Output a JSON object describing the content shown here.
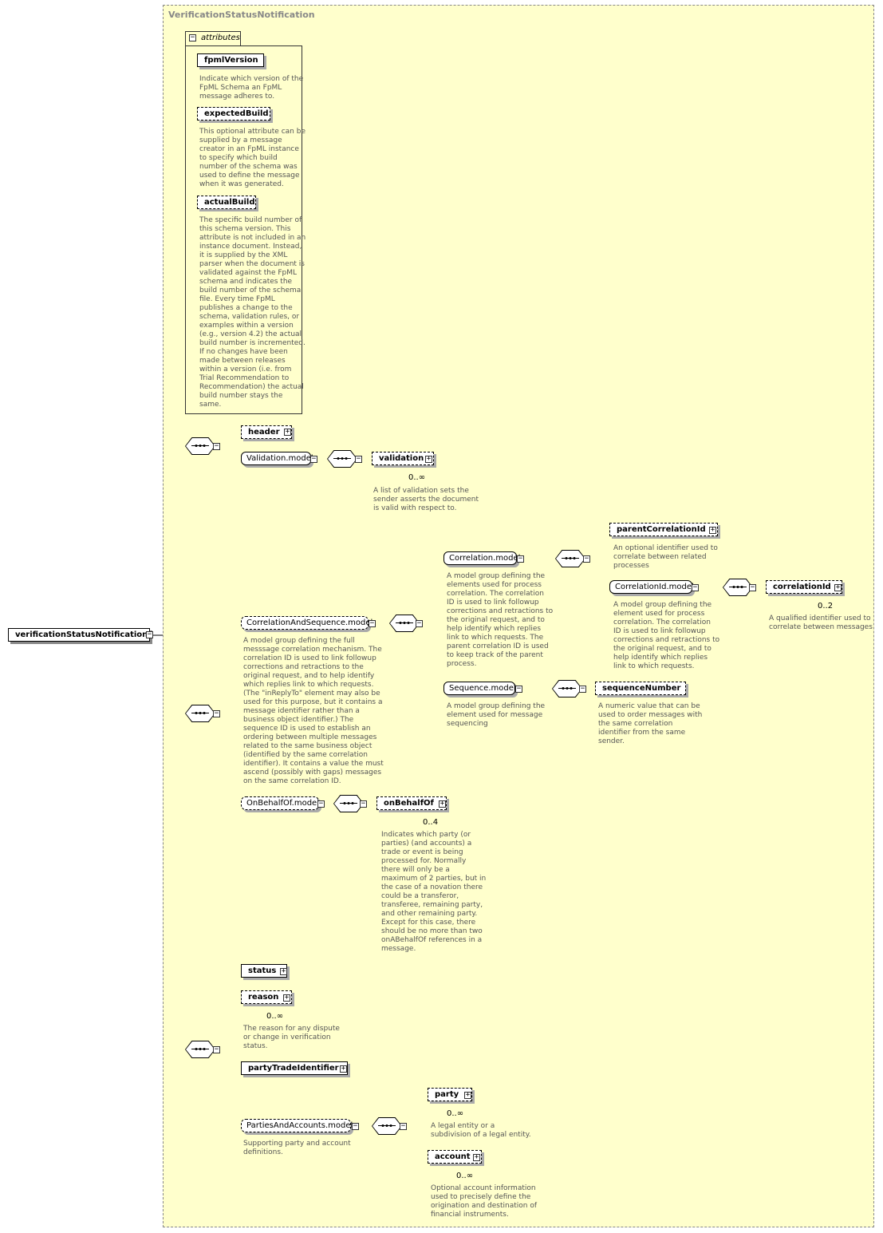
{
  "frame_title": "VerificationStatusNotification",
  "root": {
    "label": "verificationStatusNotification"
  },
  "attributes": {
    "header": "attributes",
    "items": [
      {
        "name": "fpmlVersion",
        "desc": "Indicate which version of the\nFpML Schema an FpML\nmessage adheres to."
      },
      {
        "name": "expectedBuild",
        "desc": "This optional attribute can be\nsupplied by a message\ncreator in an FpML instance\nto specify which build\nnumber of the schema was\nused to define the message\nwhen it was generated."
      },
      {
        "name": "actualBuild",
        "desc": "The specific build number of\nthis schema version. This\nattribute is not included in an\ninstance document. Instead,\nit is supplied by the XML\nparser when the document is\nvalidated against the FpML\nschema and indicates the\nbuild number of the schema\nfile. Every time FpML\npublishes a change to the\nschema, validation rules, or\nexamples within a version\n(e.g., version 4.2) the actual\nbuild number is incremented.\nIf no changes have been\nmade between releases\nwithin a version (i.e. from\nTrial Recommendation to\nRecommendation) the actual\nbuild number stays the\nsame."
      }
    ]
  },
  "nodes": {
    "header": "header",
    "validation_model": "Validation.model",
    "validation": "validation",
    "validation_card": "0..∞",
    "validation_desc": "A list of validation sets the\nsender asserts the document\nis valid with respect to.",
    "corr_seq_model": "CorrelationAndSequence.model",
    "corr_seq_desc": "A model group defining the full\nmesssage correlation mechanism. The\ncorrelation ID is used to link followup\ncorrections and retractions to the\noriginal request, and to help identify\nwhich replies link to which requests.\n(The \"inReplyTo\" element may also be\nused for this purpose, but it contains a\nmessage identifier rather than a\nbusiness object identifier.) The\nsequence ID is used to establish an\nordering between multiple messages\nrelated to the same business object\n(identified by the same correlation\nidentifier). It contains a value the must\nascend (possibly with gaps) messages\non the same correlation ID.",
    "correlation_model": "Correlation.model",
    "correlation_desc": "A model group defining the\nelements used for process\ncorrelation. The correlation\nID is used to link followup\ncorrections and retractions to\nthe original request, and to\nhelp identify which replies\nlink to which requests. The\nparent correlation ID is used\nto keep track of the parent\nprocess.",
    "parent_corr": "parentCorrelationId",
    "parent_corr_desc": "An optional identifier used to\ncorrelate between related\nprocesses",
    "corrid_model": "CorrelationId.model",
    "corrid_model_desc": "A model group defining the\nelement used for process\ncorrelation. The correlation\nID is used to link followup\ncorrections and retractions to\nthe original request, and to\nhelp identify which replies\nlink to which requests.",
    "correlation_id": "correlationId",
    "correlation_id_card": "0..2",
    "correlation_id_desc": "A qualified identifier used to\ncorrelate between messages",
    "sequence_model": "Sequence.model",
    "sequence_model_desc": "A model group defining the\nelement used for message\nsequencing",
    "sequence_number": "sequenceNumber",
    "sequence_number_desc": "A numeric value that can be\nused to order messages with\nthe same correlation\nidentifier from the same\nsender.",
    "obo_model": "OnBehalfOf.model",
    "obo": "onBehalfOf",
    "obo_card": "0..4",
    "obo_desc": "Indicates which party (or\nparties) (and accounts) a\ntrade or event is being\nprocessed for. Normally\nthere will only be a\nmaximum of 2 parties, but in\nthe case of a novation there\ncould be a transferor,\ntransferee, remaining party,\nand other remaining party.\nExcept for this case, there\nshould be no more than two\nonABehalfOf references in a\nmessage.",
    "status": "status",
    "reason": "reason",
    "reason_card": "0..∞",
    "reason_desc": "The reason for any dispute\nor change in verification\nstatus.",
    "pti": "partyTradeIdentifier",
    "pa_model": "PartiesAndAccounts.model",
    "pa_model_desc": "Supporting party and account\ndefinitions.",
    "party": "party",
    "party_card": "0..∞",
    "party_desc": "A legal entity or a\nsubdivision of a legal entity.",
    "account": "account",
    "account_card": "0..∞",
    "account_desc": "Optional account information\nused to precisely define the\norigination and destination of\nfinancial instruments."
  }
}
